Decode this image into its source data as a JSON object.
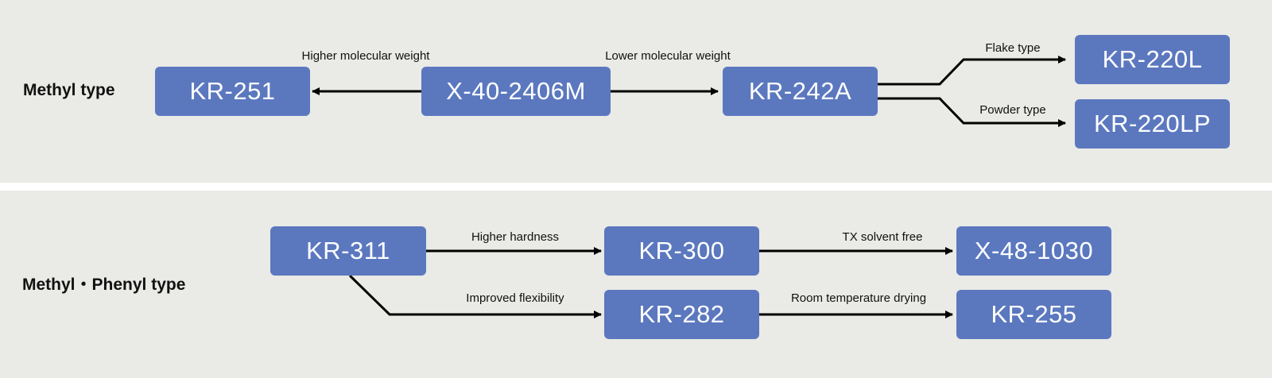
{
  "sections": {
    "methyl": {
      "title": "Methyl type",
      "nodes": {
        "kr251": "KR-251",
        "x402406m": "X-40-2406M",
        "kr242a": "KR-242A",
        "kr220l": "KR-220L",
        "kr220lp": "KR-220LP"
      },
      "edges": {
        "higher_mw": "Higher molecular weight",
        "lower_mw": "Lower molecular weight",
        "flake": "Flake type",
        "powder": "Powder type"
      }
    },
    "phenyl": {
      "title": "Methyl・Phenyl type",
      "nodes": {
        "kr311": "KR-311",
        "kr300": "KR-300",
        "x481030": "X-48-1030",
        "kr282": "KR-282",
        "kr255": "KR-255"
      },
      "edges": {
        "hardness": "Higher hardness",
        "tx_free": "TX solvent free",
        "flexibility": "Improved flexibility",
        "rt_drying": "Room temperature drying"
      }
    }
  },
  "colors": {
    "node_fill": "#5b78bf",
    "node_text": "#ffffff",
    "panel_bg": "#eaeae6",
    "arrow": "#000000"
  }
}
